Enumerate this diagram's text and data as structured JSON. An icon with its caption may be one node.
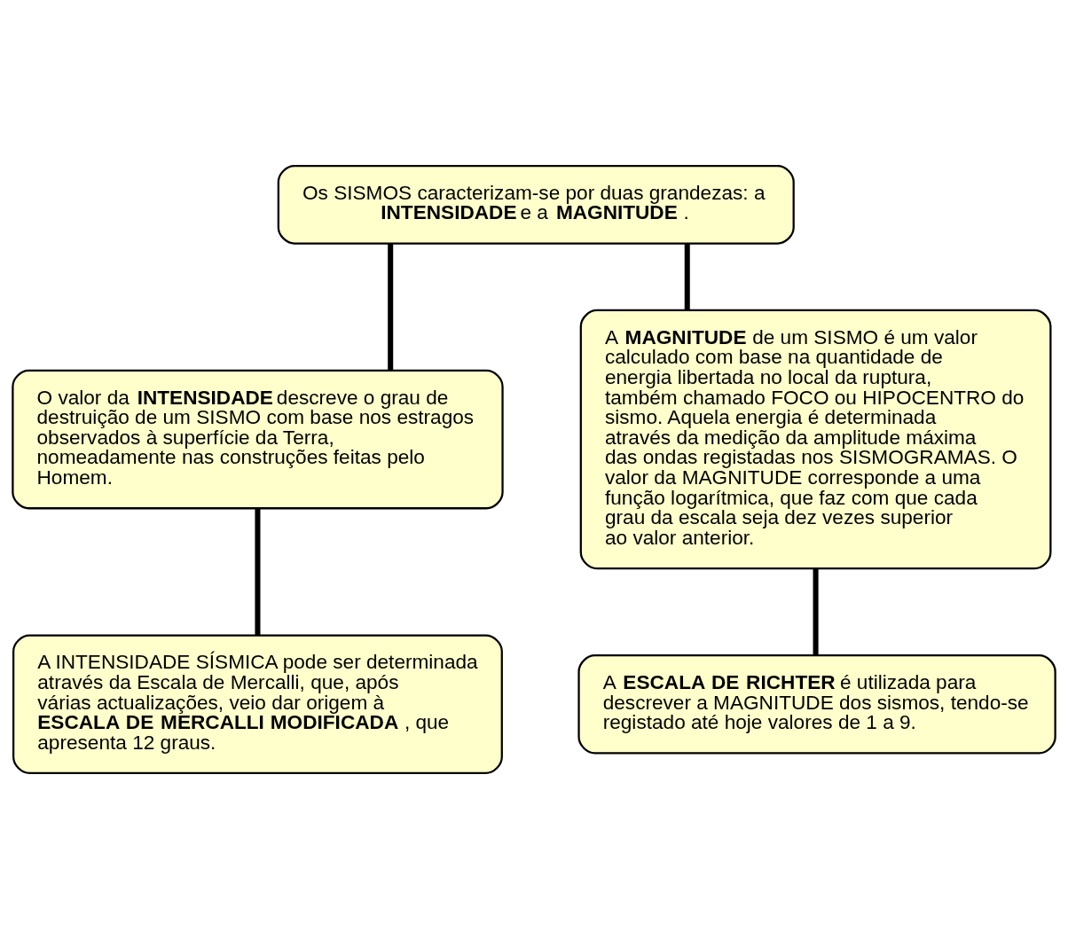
{
  "diagram": {
    "nodes": [
      {
        "text": [
          "Os SISMOS caracterizam-se por duas grandezas: a **INTENSIDADE** e a **MAGNITUDE**."
        ]
      },
      {
        "text": [
          "O valor da **INTENSIDADE** descreve o grau de destruição de um SISMO com base nos estragos observados à superfície da Terra, nomeadamente nas construções feitas pelo Homem."
        ]
      },
      {
        "text": [
          "A INTENSIDADE SÍSMICA pode ser determinada através da Escala de Mercalli, que, após várias actualizações, veio dar origem à **ESCALA DE MERCALLI MODIFICADA**, que apresenta 12 graus."
        ]
      },
      {
        "text": [
          "A **MAGNITUDE** de um SISMO é um valor calculado com base na quantidade de energia libertada no local da ruptura, também chamado FOCO ou HIPOCENTRO do sismo. Aquela energia é determinada através da medição da amplitude máxima das ondas registadas nos SISMOGRAMAS. O valor da MAGNITUDE corresponde a uma função logarítmica, que faz com que cada grau da escala seja dez vezes superior ao valor anterior."
        ]
      },
      {
        "text": [
          "A **ESCALA DE RICHTER** é utilizada para descrever a MAGNITUDE dos sismos, tendo-se registado até hoje valores de 1 a 9."
        ]
      }
    ],
    "edges": [
      {
        "from": 0,
        "to": 1,
        "arrow": "none"
      },
      {
        "from": 0,
        "to": 3,
        "arrow": "none"
      },
      {
        "from": 1,
        "to": 2,
        "arrow": "none"
      },
      {
        "from": 3,
        "to": 4,
        "arrow": "none"
      }
    ]
  }
}
